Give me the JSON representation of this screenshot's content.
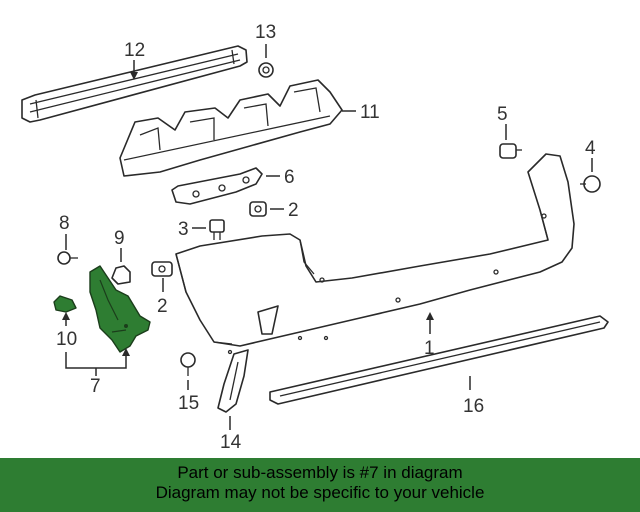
{
  "diagram": {
    "callouts": {
      "c1": "1",
      "c2a": "2",
      "c2b": "2",
      "c3": "3",
      "c4": "4",
      "c5": "5",
      "c6": "6",
      "c7": "7",
      "c8": "8",
      "c9": "9",
      "c10": "10",
      "c11": "11",
      "c12": "12",
      "c13": "13",
      "c14": "14",
      "c15": "15",
      "c16": "16"
    },
    "highlight_color": "#2e7d32"
  },
  "banner": {
    "line1": "Part or sub-assembly is #7 in diagram",
    "line2": "Diagram may not be specific to your vehicle"
  }
}
